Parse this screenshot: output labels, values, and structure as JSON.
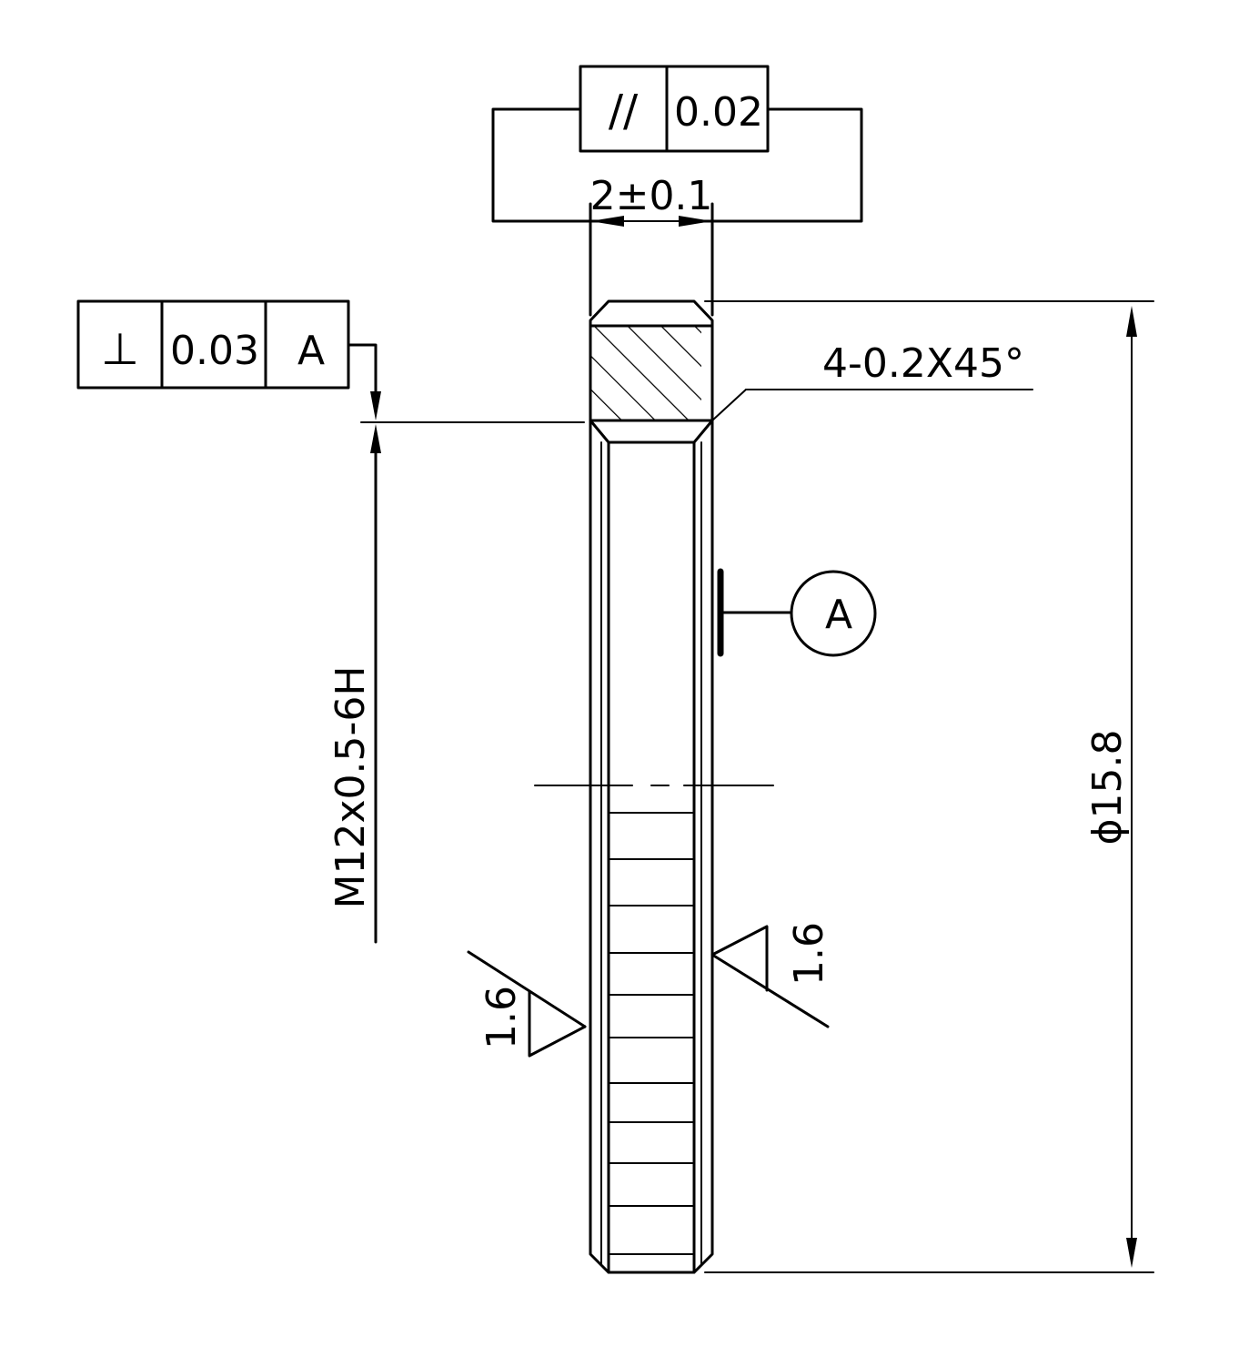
{
  "parallelism_frame": {
    "symbol": "//",
    "tolerance": "0.02"
  },
  "perpendicularity_frame": {
    "symbol": "⊥",
    "tolerance": "0.03",
    "datum": "A"
  },
  "dimensions": {
    "thickness": "2±0.1",
    "chamfer": "4-0.2X45°",
    "diameter": "ϕ15.8",
    "thread": "M12x0.5-6H"
  },
  "datum_label": "A",
  "surface_roughness": {
    "left": "1.6",
    "right": "1.6"
  }
}
